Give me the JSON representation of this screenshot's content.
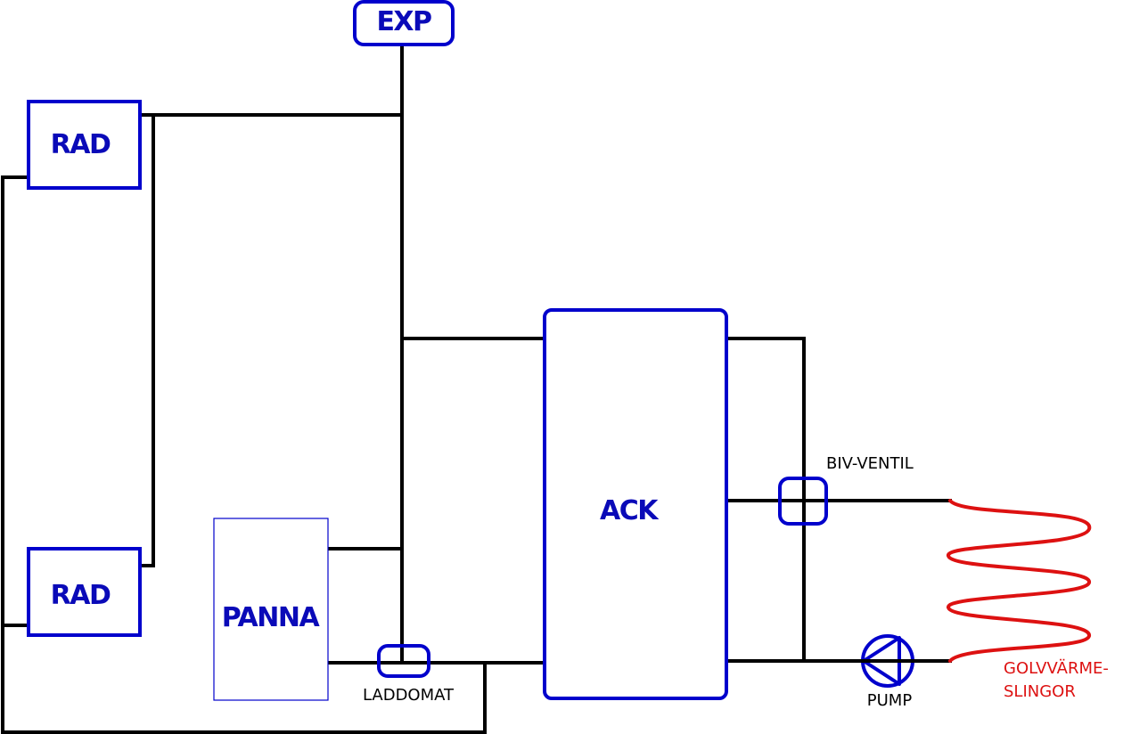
{
  "diagram": {
    "title": "",
    "colors": {
      "pipe": "#000000",
      "component": "#0000cc",
      "component_text": "#0a0ab8",
      "floor_heating": "#dd1111"
    },
    "components": {
      "exp": {
        "label": "EXP",
        "type": "expansion-tank"
      },
      "rad_top": {
        "label": "RAD",
        "type": "radiator"
      },
      "rad_bottom": {
        "label": "RAD",
        "type": "radiator"
      },
      "panna": {
        "label": "PANNA",
        "type": "boiler"
      },
      "ack": {
        "label": "ACK",
        "type": "accumulator-tank"
      },
      "laddomat": {
        "label": "LADDOMAT",
        "type": "charging-unit"
      },
      "biv_ventil": {
        "label": "BIV-VENTIL",
        "type": "mixing-valve"
      },
      "pump": {
        "label": "PUMP",
        "type": "circulation-pump"
      },
      "golvvarme": {
        "label_line1": "GOLVVÄRME-",
        "label_line2": "SLINGOR",
        "type": "floor-heating-loops"
      }
    }
  }
}
